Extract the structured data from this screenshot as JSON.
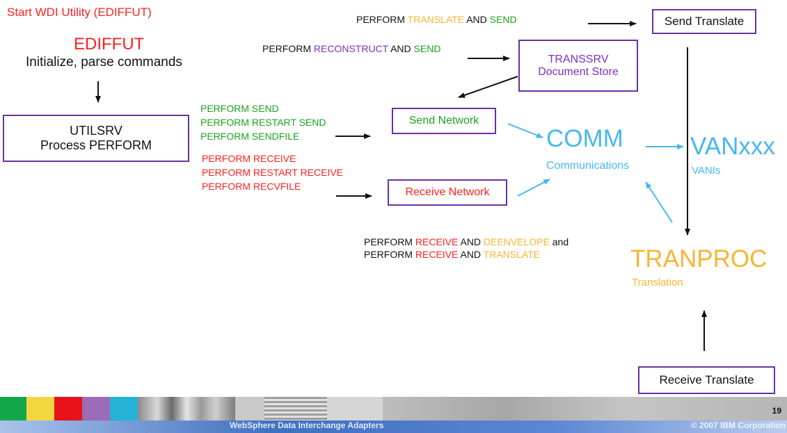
{
  "start_title": "Start WDI Utility (EDIFFUT)",
  "ediffut": {
    "title": "EDIFFUT",
    "subtitle": "Initialize, parse commands"
  },
  "utilsrv": {
    "line1": "UTILSRV",
    "line2": "Process PERFORM"
  },
  "send_perform": {
    "l1": "PERFORM SEND",
    "l2": "PERFORM RESTART SEND",
    "l3": "PERFORM SENDFILE"
  },
  "recv_perform": {
    "l1": "PERFORM RECEIVE",
    "l2": "PERFORM RESTART RECEIVE",
    "l3": "PERFORM RECVFILE"
  },
  "send_network": "Send Network",
  "receive_network": "Receive Network",
  "translate_send": {
    "perform": "PERFORM ",
    "translate": "TRANSLATE",
    "and": " AND ",
    "send": "SEND"
  },
  "reconstruct_send": {
    "perform": "PERFORM ",
    "reconstruct": "RECONSTRUCT",
    "and": " AND ",
    "send": "SEND"
  },
  "transsrv": {
    "line1": "TRANSSRV",
    "line2": "Document Store"
  },
  "send_translate": "Send Translate",
  "comm": {
    "title": "COMM",
    "subtitle": "Communications"
  },
  "van": {
    "title": "VANxxx",
    "subtitle": "VANIs"
  },
  "receive_deenvelope": {
    "perform": "PERFORM ",
    "receive": "RECEIVE",
    "and": " AND ",
    "deenvelope": "DEENVELOPE",
    "tail": " and"
  },
  "receive_translate_line": {
    "perform": "PERFORM ",
    "receive": "RECEIVE",
    "and": " AND ",
    "translate": "TRANSLATE"
  },
  "tranproc": {
    "title": "TRANPROC",
    "subtitle": "Translation"
  },
  "receive_translate": "Receive Translate",
  "footer": {
    "page": "19",
    "product": "WebSphere Data Interchange Adapters",
    "copyright": "© 2007 IBM Corporation"
  },
  "colors": {
    "red": "#ff1f1f",
    "green": "#1aa31a",
    "purple": "#7a2fbf",
    "orange": "#f7b531",
    "blue": "#45b8ee",
    "box_border": "#6a2fa6"
  }
}
